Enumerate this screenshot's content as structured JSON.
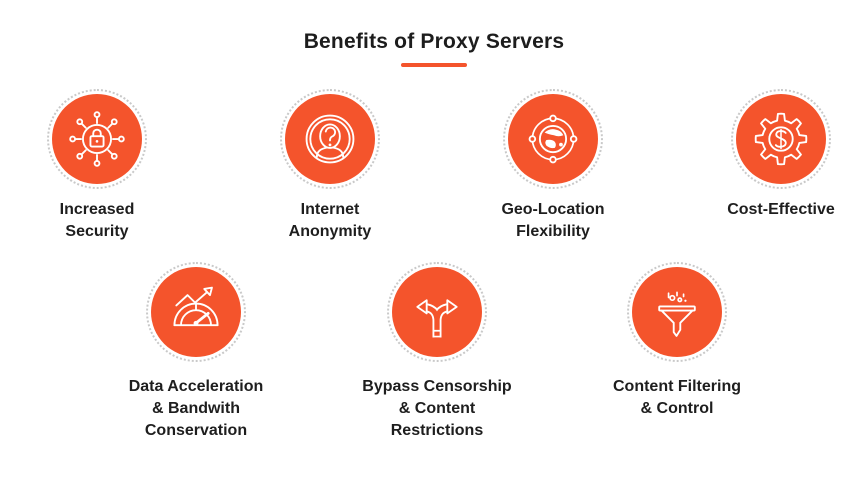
{
  "title": "Benefits of Proxy Servers",
  "colors": {
    "accent_orange": "#F4542C",
    "text_dark": "#1E1E1E",
    "ring_dots": "#C9C9C9",
    "icon_stroke": "#FFFFFF",
    "background": "#FFFFFF"
  },
  "benefits": [
    {
      "icon": "network-security-lock-icon",
      "label": "Increased\nSecurity"
    },
    {
      "icon": "anonymous-user-icon",
      "label": "Internet\nAnonymity"
    },
    {
      "icon": "globe-orbit-icon",
      "label": "Geo-Location\nFlexibility"
    },
    {
      "icon": "gear-dollar-icon",
      "label": "Cost-Effective"
    },
    {
      "icon": "speedometer-growth-icon",
      "label": "Data Acceleration\n& Bandwith\nConservation"
    },
    {
      "icon": "fork-arrows-icon",
      "label": "Bypass Censorship\n& Content\nRestrictions"
    },
    {
      "icon": "funnel-filter-icon",
      "label": "Content Filtering\n& Control"
    }
  ]
}
